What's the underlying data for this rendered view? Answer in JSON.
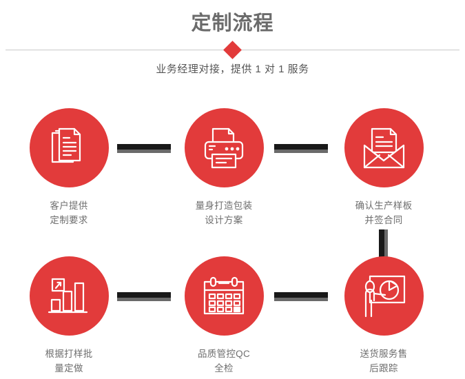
{
  "header": {
    "title": "定制流程",
    "subtitle": "业务经理对接，提供 1 对 1 服务",
    "divider_icon": "diamond-marker"
  },
  "theme": {
    "accent_red": "#e23b3b",
    "title_gray": "#6b6b6b",
    "caption_gray": "#6e6e6e",
    "connector_dark": "#191919",
    "connector_shadow": "#6a6a6a",
    "divider_gray": "#c9c9c9",
    "background": "#ffffff"
  },
  "flow": {
    "steps": [
      {
        "index": 1,
        "icon": "documents-stack-icon",
        "caption": "客户提供\n定制要求"
      },
      {
        "index": 2,
        "icon": "printer-icon",
        "caption": "量身打造包装\n设计方案"
      },
      {
        "index": 3,
        "icon": "envelope-letter-icon",
        "caption": "确认生产样板\n并签合同"
      },
      {
        "index": 4,
        "icon": "bar-chart-growth-icon",
        "caption": "根据打样批\n量定做"
      },
      {
        "index": 5,
        "icon": "calendar-icon",
        "caption": "品质管控QC\n全检"
      },
      {
        "index": 6,
        "icon": "presenter-pie-chart-icon",
        "caption": "送货服务售\n后跟踪"
      }
    ],
    "connectors": [
      {
        "id": "c1",
        "type": "horizontal",
        "from": 1,
        "to": 2
      },
      {
        "id": "c2",
        "type": "horizontal",
        "from": 2,
        "to": 3
      },
      {
        "id": "c3",
        "type": "vertical",
        "from": 3,
        "to": 6
      },
      {
        "id": "c4",
        "type": "horizontal",
        "from": 4,
        "to": 5
      },
      {
        "id": "c5",
        "type": "horizontal",
        "from": 5,
        "to": 6
      }
    ]
  }
}
